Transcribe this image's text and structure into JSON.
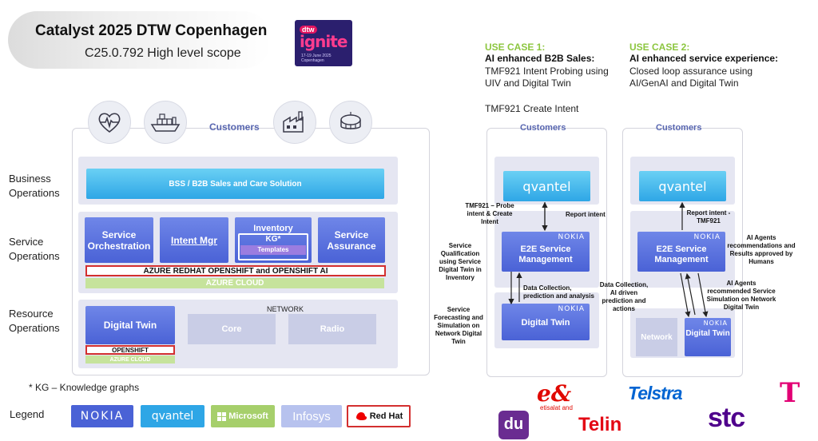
{
  "header": {
    "title": "Catalyst 2025 DTW Copenhagen",
    "subtitle": "C25.0.792 High level scope",
    "badge": {
      "tag": "dtw",
      "word": "ignite",
      "dates": "17-19 June 2025 Copenhagen"
    }
  },
  "scope": {
    "customers_label": "Customers",
    "icons": [
      "heart-monitor-icon",
      "cargo-ship-icon",
      "factory-icon",
      "stadium-icon"
    ],
    "rows": {
      "business": "Business Operations",
      "service": "Service Operations",
      "resource": "Resource Operations"
    },
    "bss_bar": "BSS / B2B Sales and Care Solution",
    "service_boxes": {
      "orchestration": "Service Orchestration",
      "intent_mgr": "Intent Mgr",
      "inventory": "Inventory",
      "kg": "KG*",
      "templates": "Templates",
      "assurance": "Service Assurance"
    },
    "openshift_bar": "AZURE REDHAT OPENSHIFT and OPENSHIFT AI",
    "azure_bar": "AZURE CLOUD",
    "network_label": "NETWORK",
    "digital_twin": "Digital Twin",
    "openshift_small": "OPENSHIFT",
    "azure_small": "AZURE CLOUD",
    "core": "Core",
    "radio": "Radio"
  },
  "footnote": "* KG – Knowledge graphs",
  "legend": {
    "label": "Legend",
    "items": [
      "NOKIA",
      "qvantel",
      "Microsoft",
      "Infosys",
      "Red Hat"
    ]
  },
  "use_case_1": {
    "head": "USE CASE 1:",
    "title": "AI enhanced B2B Sales:",
    "desc": "TMF921 Intent Probing using UIV and Digital Twin",
    "extra": "TMF921 Create Intent",
    "customers_label": "Customers",
    "qvantel": "qvantel",
    "nokia": "NOKIA",
    "e2e": "E2E Service Management",
    "digital_twin": "Digital Twin",
    "notes": {
      "probe": "TMF921 – Probe intent & Create Intent",
      "report": "Report intent",
      "qualification": "Service Qualification using Service Digital Twin in Inventory",
      "collection": "Data Collection, prediction and analysis",
      "forecasting": "Service Forecasting and Simulation on Network Digital Twin"
    }
  },
  "use_case_2": {
    "head": "USE CASE 2:",
    "title": "AI enhanced service experience:",
    "desc_1": "Closed loop assurance using",
    "desc_2": "AI/GenAI and Digital Twin",
    "customers_label": "Customers",
    "qvantel": "qvantel",
    "nokia": "NOKIA",
    "e2e": "E2E Service Management",
    "network": "Network",
    "digital_twin": "Digital Twin",
    "notes": {
      "report": "Report intent - TMF921",
      "agents_recommend": "AI Agents recommendations and Results approved by Humans",
      "collection": "Data Collection, AI driven prediction and actions",
      "agents_sim": "AI Agents recommended Service Simulation on Network  Digital Twin"
    }
  },
  "operators": [
    "e&",
    "etisalat and",
    "Telstra",
    "du",
    "Telin",
    "stc",
    "T"
  ],
  "colors": {
    "nokia_blue": "#4a62d6",
    "qvantel_cyan": "#2ea6e6",
    "use_case_green": "#8cc63f",
    "redhat_red": "#d32f2f",
    "eand_red": "#e00800",
    "telstra_blue": "#0064d2",
    "telin_red": "#e30613",
    "stc_purple": "#4f008c",
    "telekom_magenta": "#e20074"
  }
}
